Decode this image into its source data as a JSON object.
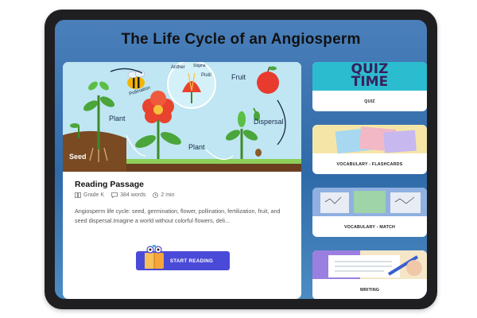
{
  "page": {
    "title": "The Life Cycle of an Angiosperm"
  },
  "main_card": {
    "title": "Reading Passage",
    "meta": {
      "grade": "Grade K",
      "words": "384 words",
      "time": "2 min"
    },
    "description": "Angiosperm life cycle: seed, germination, flower, pollination, fertilization, fruit, and seed dispersal.Imagine a world without colorful flowers, deli...",
    "button_label": "START READING",
    "illustration_labels": {
      "seed": "Seed",
      "plant_left": "Plant",
      "plant_bottom": "Plant",
      "pollination": "Pollination",
      "anther": "Anther",
      "stigma": "Stigma",
      "pistil": "Pistil",
      "fruit": "Fruit",
      "dispersal": "Dispersal"
    }
  },
  "side_cards": [
    {
      "label": "QUIZ",
      "thumb_text": [
        "QUIZ",
        "TIME"
      ]
    },
    {
      "label": "VOCABULARY - FLASHCARDS"
    },
    {
      "label": "VOCABULARY - MATCH"
    },
    {
      "label": "WRITING"
    }
  ],
  "colors": {
    "accent": "#4a4ad8",
    "background": "#3b74b0",
    "device": "#1f1f22"
  }
}
